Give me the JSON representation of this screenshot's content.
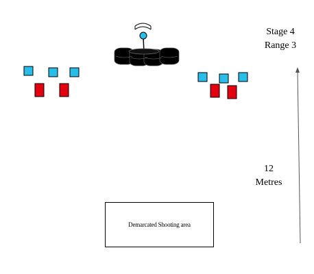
{
  "stage": {
    "stage_text": "Stage 4",
    "range_text": "Range 3"
  },
  "distance": {
    "value_text": "12",
    "unit_text": "Metres"
  },
  "shooting_area": {
    "label": "Demarcated Shooting area"
  },
  "targets": {
    "left_group": {
      "blue_count": 3,
      "red_count": 2
    },
    "right_group": {
      "blue_count": 3,
      "red_count": 2
    },
    "blue_color": "#29bde8",
    "red_color": "#e3000f"
  },
  "props": {
    "center_prop": "tire-stack-with-swinging-target",
    "arrow": "distance-arrow-up"
  }
}
